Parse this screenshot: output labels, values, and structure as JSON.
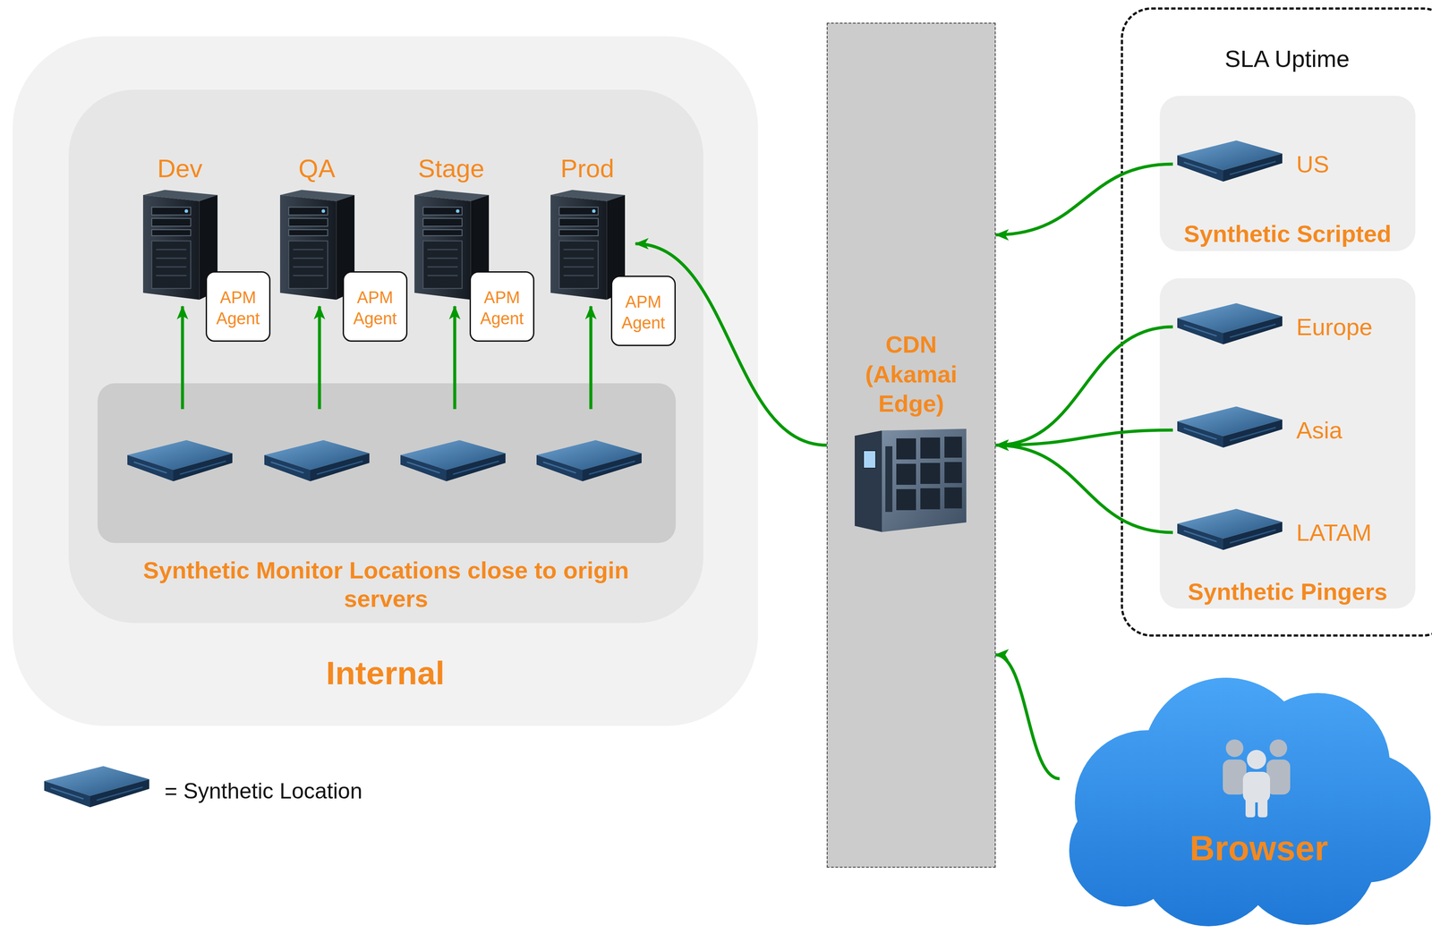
{
  "diagram": {
    "nodes": [
      {
        "text": [
          "Internal"
        ]
      },
      {
        "text": [
          "Synthetic Monitor Locations close to origin servers"
        ],
        "in": 0
      },
      {
        "text": [
          "Dev"
        ],
        "in": 1
      },
      {
        "text": [
          "QA"
        ],
        "in": 1
      },
      {
        "text": [
          "Stage"
        ],
        "in": 1
      },
      {
        "text": [
          "Prod"
        ],
        "in": 1
      },
      {
        "text": [
          "APM Agent"
        ],
        "in": 1
      },
      {
        "text": [
          "APM Agent"
        ],
        "in": 1
      },
      {
        "text": [
          "APM Agent"
        ],
        "in": 1
      },
      {
        "text": [
          "APM Agent"
        ],
        "in": 1
      },
      {
        "text": [
          "CDN (Akamai Edge)"
        ]
      },
      {
        "text": [
          "SLA Uptime"
        ]
      },
      {
        "text": [
          "Synthetic Scripted"
        ],
        "in": 11
      },
      {
        "text": [
          "US"
        ],
        "in": 12
      },
      {
        "text": [
          "Synthetic Pingers"
        ],
        "in": 11
      },
      {
        "text": [
          "Europe"
        ],
        "in": 14
      },
      {
        "text": [
          "Asia"
        ],
        "in": 14
      },
      {
        "text": [
          "LATAM"
        ],
        "in": 14
      },
      {
        "text": [
          "Browser"
        ]
      }
    ],
    "edges": [
      {
        "from": 13,
        "to": 10,
        "arrow": "to"
      },
      {
        "from": 15,
        "to": 10,
        "arrow": "to"
      },
      {
        "from": 16,
        "to": 10,
        "arrow": "to"
      },
      {
        "from": 17,
        "to": 10,
        "arrow": "to"
      },
      {
        "from": 18,
        "to": 10,
        "arrow": "to"
      },
      {
        "from": 10,
        "to": 5,
        "arrow": "to"
      }
    ],
    "legend": [
      {
        "text": "= Synthetic Location"
      }
    ]
  }
}
